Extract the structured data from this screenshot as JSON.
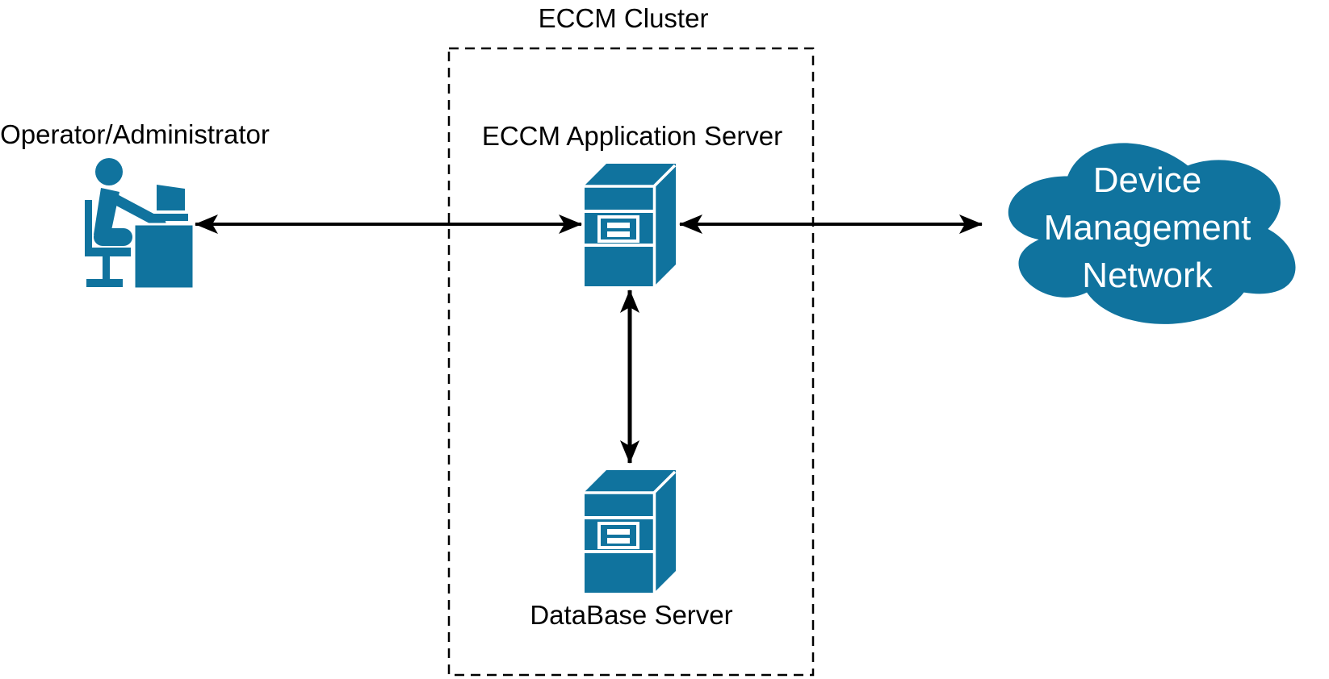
{
  "diagram": {
    "cluster": {
      "label": "ECCM Cluster"
    },
    "nodes": {
      "operator": {
        "label": "Operator/Administrator",
        "icon": "person-at-desk-icon"
      },
      "app_server": {
        "label": "ECCM Application Server",
        "icon": "server-icon"
      },
      "db_server": {
        "label": "DataBase Server",
        "icon": "server-icon"
      },
      "cloud": {
        "lines": [
          "Device",
          "Management",
          "Network"
        ],
        "icon": "cloud-shape"
      }
    },
    "connections": [
      {
        "from": "operator",
        "to": "app_server",
        "type": "bidirectional-arrow"
      },
      {
        "from": "app_server",
        "to": "cloud",
        "type": "bidirectional-arrow"
      },
      {
        "from": "app_server",
        "to": "db_server",
        "type": "bidirectional-arrow"
      }
    ],
    "colors": {
      "shape_fill": "#10739e",
      "label_text": "#000000",
      "cloud_text": "#ffffff",
      "line": "#000000",
      "background": "#ffffff"
    }
  }
}
